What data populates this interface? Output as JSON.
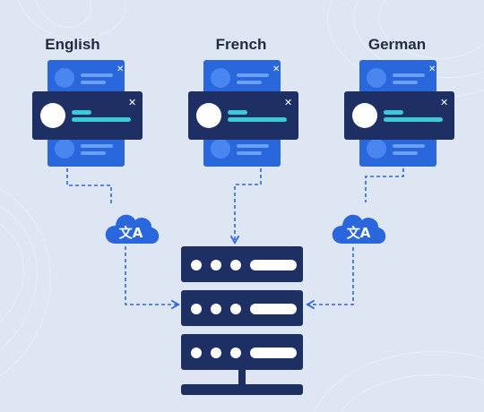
{
  "languages": [
    {
      "label": "English",
      "close_icon": "close-icon"
    },
    {
      "label": "French",
      "close_icon": "close-icon"
    },
    {
      "label": "German",
      "close_icon": "close-icon"
    }
  ],
  "colors": {
    "background": "#dde6f2",
    "card_blue": "#2a66dc",
    "dark_navy": "#1d2f63",
    "accent_cyan": "#3cc9d9",
    "connector": "#2a66dc",
    "label": "#1f2a44"
  },
  "icons": {
    "translate": "translate-icon",
    "cloud": "cloud-icon",
    "server": "server-icon",
    "avatar": "avatar-icon"
  }
}
